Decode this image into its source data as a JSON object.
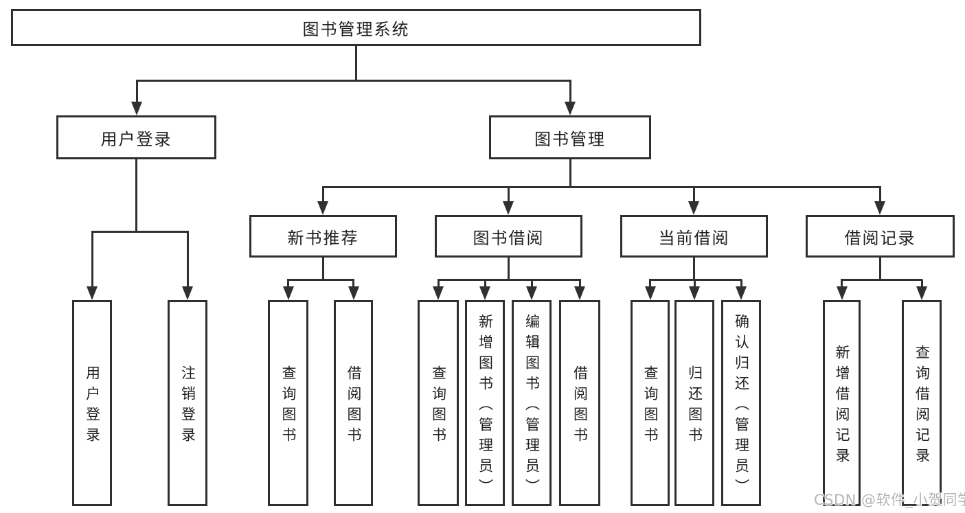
{
  "diagram_title": "图书管理系统",
  "tree": {
    "label": "图书管理系统",
    "children": [
      {
        "label": "用户登录",
        "children": [
          {
            "label": "用户登录"
          },
          {
            "label": "注销登录"
          }
        ]
      },
      {
        "label": "图书管理",
        "children": [
          {
            "label": "新书推荐",
            "children": [
              {
                "label": "查询图书"
              },
              {
                "label": "借阅图书"
              }
            ]
          },
          {
            "label": "图书借阅",
            "children": [
              {
                "label": "查询图书"
              },
              {
                "label": "新增图书（管理员）"
              },
              {
                "label": "编辑图书（管理员）"
              },
              {
                "label": "借阅图书"
              }
            ]
          },
          {
            "label": "当前借阅",
            "children": [
              {
                "label": "查询图书"
              },
              {
                "label": "归还图书"
              },
              {
                "label": "确认归还（管理员）"
              }
            ]
          },
          {
            "label": "借阅记录",
            "children": [
              {
                "label": "新增借阅记录"
              },
              {
                "label": "查询借阅记录"
              }
            ]
          }
        ]
      }
    ]
  },
  "watermark": {
    "text": "CSDN @软件_小贺同学"
  },
  "colors": {
    "line": "#303030",
    "box_border": "#2f2f2f",
    "text": "#1f1f1f",
    "background": "#ffffff",
    "watermark_text": "#b5b5b5"
  }
}
